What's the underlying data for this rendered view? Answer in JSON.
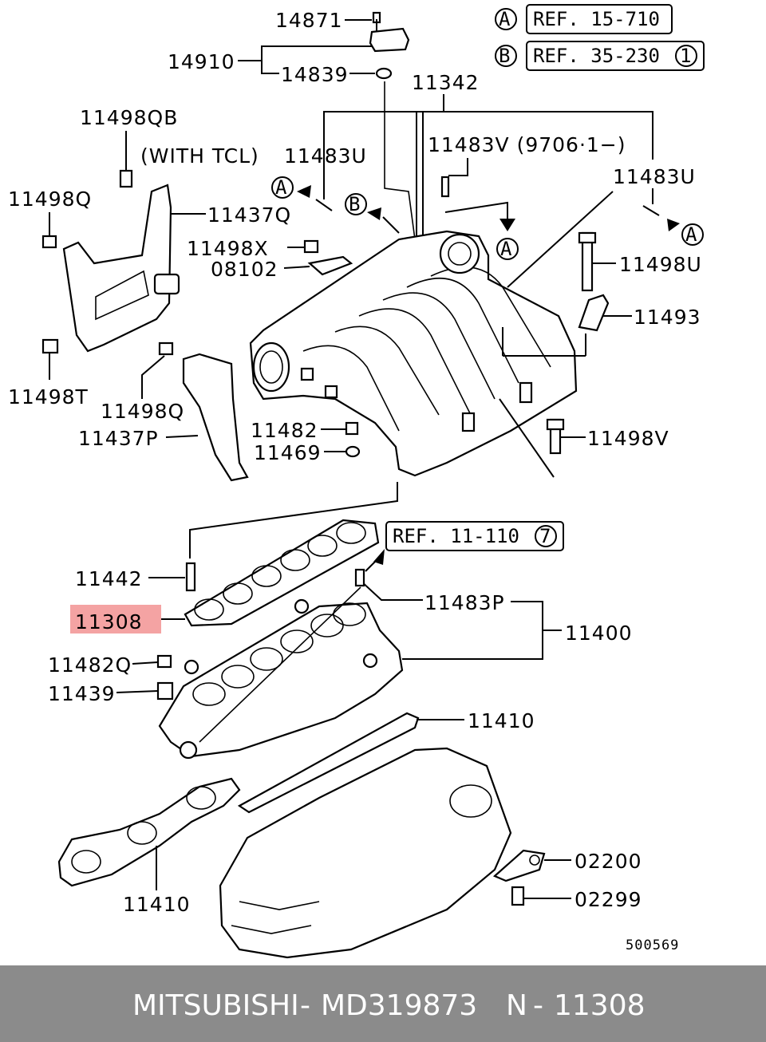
{
  "labels": {
    "p14871": "14871",
    "p14910": "14910",
    "p14839": "14839",
    "p11342": "11342",
    "p11498QB": "11498QB",
    "with_tcl": "(WITH TCL)",
    "p11483U_left": "11483U",
    "p11483V": "11483V (9706·1−)",
    "p11483U_right": "11483U",
    "p11498Q_top": "11498Q",
    "p11437Q": "11437Q",
    "p11498X": "11498X",
    "p08102": "08102",
    "p11498U": "11498U",
    "p11493": "11493",
    "p11498T": "11498T",
    "p11498Q_mid": "11498Q",
    "p11437P": "11437P",
    "p11482": "11482",
    "p11469": "11469",
    "p11498V": "11498V",
    "p11442": "11442",
    "p11308": "11308",
    "p11483P": "11483P",
    "p11400": "11400",
    "p11482Q": "11482Q",
    "p11439": "11439",
    "p11410_right": "11410",
    "p11410_bottom": "11410",
    "p02200": "02200",
    "p02299": "02299",
    "diagram_id": "500569"
  },
  "markers": {
    "a": "A",
    "b": "B",
    "seven": "7",
    "one": "1"
  },
  "references": {
    "ref_a": "REF. 15-710",
    "ref_b": "REF. 35-230",
    "ref_c": "REF. 11-110"
  },
  "highlight_color": "#f4a3a3",
  "footer": {
    "brand": "MITSUBISHI",
    "separator": "-",
    "part_number": "MD319873",
    "ref_prefix": "N",
    "ref_sep": "-",
    "ref_number": "11308"
  }
}
